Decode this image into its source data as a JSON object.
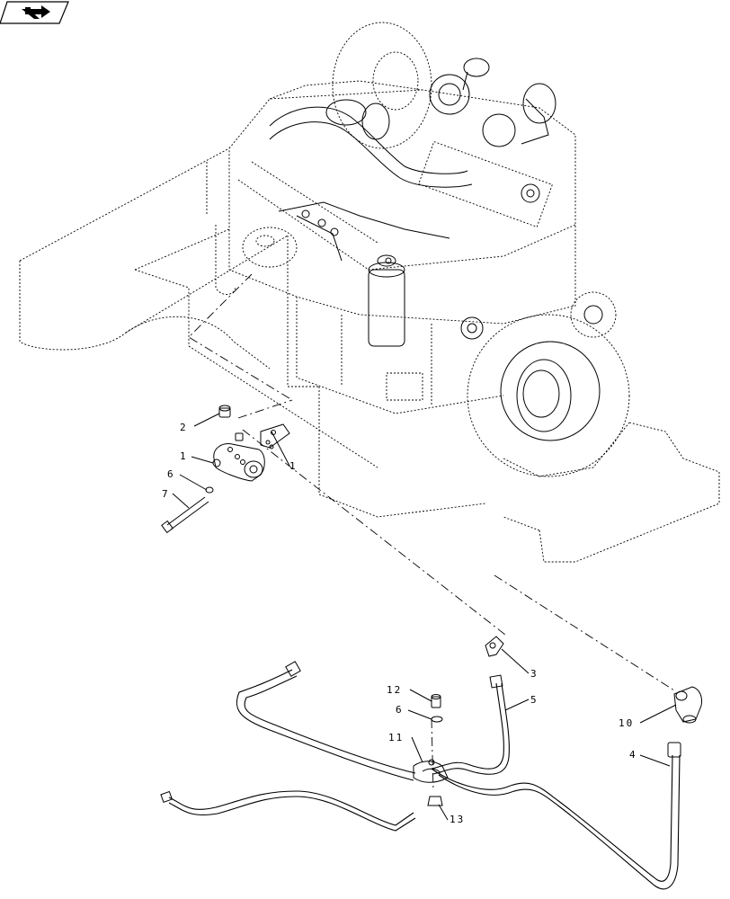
{
  "nav_icon": {
    "name": "nav-arrow-icon"
  },
  "callouts": {
    "c1a": "1",
    "c1b": "1",
    "c2": "2",
    "c3": "3",
    "c4": "4",
    "c5": "5",
    "c6a": "6",
    "c6b": "6",
    "c7": "7",
    "c10": "10",
    "c11": "11",
    "c12": "12",
    "c13": "13"
  }
}
